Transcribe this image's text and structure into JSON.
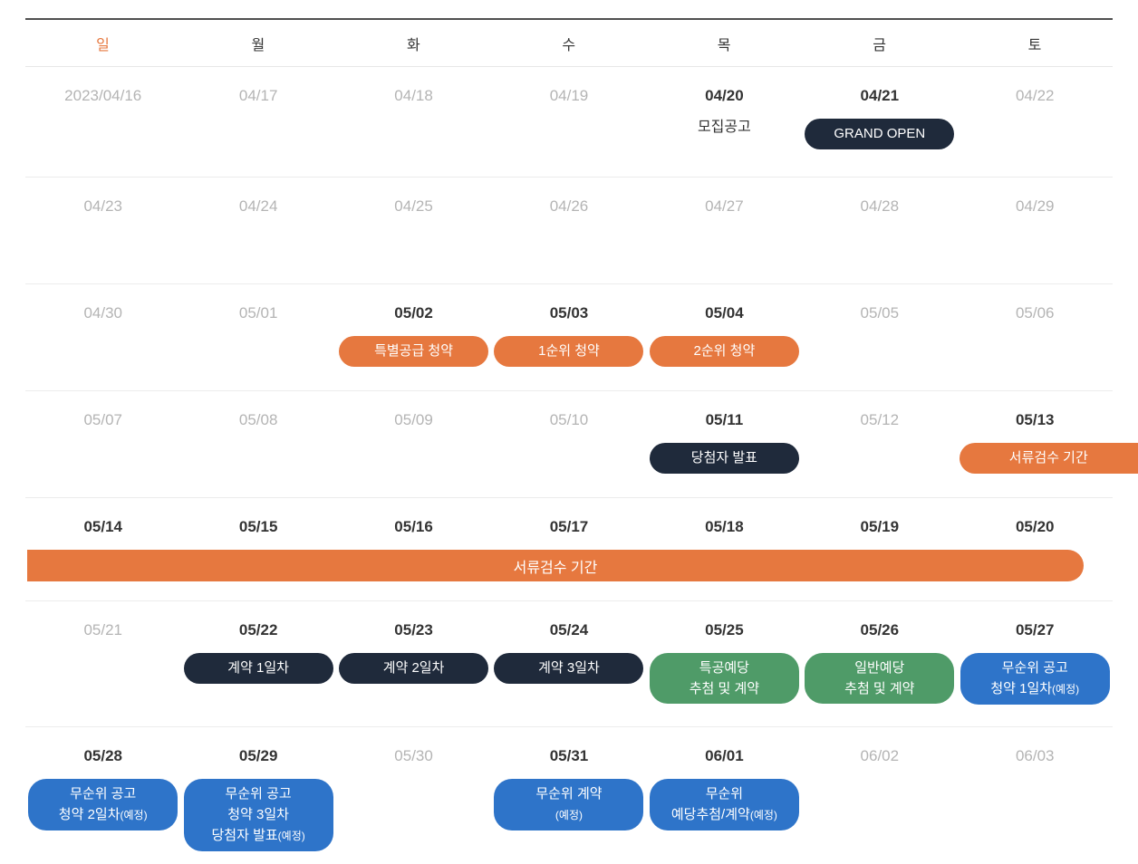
{
  "colors": {
    "orange": "#E6783F",
    "navy": "#1F2A3B",
    "green": "#4F9B68",
    "blue": "#2E74C9",
    "muted_text": "#b4b4b4",
    "active_text": "#333333"
  },
  "weekdays": [
    {
      "label": "일",
      "highlight": true
    },
    {
      "label": "월",
      "highlight": false
    },
    {
      "label": "화",
      "highlight": false
    },
    {
      "label": "수",
      "highlight": false
    },
    {
      "label": "목",
      "highlight": false
    },
    {
      "label": "금",
      "highlight": false
    },
    {
      "label": "토",
      "highlight": false
    }
  ],
  "weeks": [
    {
      "days": [
        {
          "date": "2023/04/16",
          "muted": true
        },
        {
          "date": "04/17",
          "muted": true
        },
        {
          "date": "04/18",
          "muted": true
        },
        {
          "date": "04/19",
          "muted": true
        },
        {
          "date": "04/20",
          "muted": false,
          "note": "모집공고"
        },
        {
          "date": "04/21",
          "muted": false,
          "badge": {
            "lines": [
              "GRAND OPEN"
            ],
            "color": "navy"
          }
        },
        {
          "date": "04/22",
          "muted": true
        }
      ]
    },
    {
      "days": [
        {
          "date": "04/23",
          "muted": true
        },
        {
          "date": "04/24",
          "muted": true
        },
        {
          "date": "04/25",
          "muted": true
        },
        {
          "date": "04/26",
          "muted": true
        },
        {
          "date": "04/27",
          "muted": true
        },
        {
          "date": "04/28",
          "muted": true
        },
        {
          "date": "04/29",
          "muted": true
        }
      ]
    },
    {
      "days": [
        {
          "date": "04/30",
          "muted": true
        },
        {
          "date": "05/01",
          "muted": true
        },
        {
          "date": "05/02",
          "muted": false,
          "badge": {
            "lines": [
              "특별공급 청약"
            ],
            "color": "orange"
          }
        },
        {
          "date": "05/03",
          "muted": false,
          "badge": {
            "lines": [
              "1순위 청약"
            ],
            "color": "orange"
          }
        },
        {
          "date": "05/04",
          "muted": false,
          "badge": {
            "lines": [
              "2순위 청약"
            ],
            "color": "orange"
          }
        },
        {
          "date": "05/05",
          "muted": true
        },
        {
          "date": "05/06",
          "muted": true
        }
      ]
    },
    {
      "days": [
        {
          "date": "05/07",
          "muted": true
        },
        {
          "date": "05/08",
          "muted": true
        },
        {
          "date": "05/09",
          "muted": true
        },
        {
          "date": "05/10",
          "muted": true
        },
        {
          "date": "05/11",
          "muted": false,
          "badge": {
            "lines": [
              "당첨자 발표"
            ],
            "color": "navy"
          }
        },
        {
          "date": "05/12",
          "muted": true
        },
        {
          "date": "05/13",
          "muted": false,
          "badge": {
            "lines": [
              "서류검수 기간"
            ],
            "color": "orange",
            "bleed": true
          }
        }
      ]
    },
    {
      "span": {
        "text": "서류검수 기간",
        "color": "orange"
      },
      "days": [
        {
          "date": "05/14",
          "muted": false
        },
        {
          "date": "05/15",
          "muted": false
        },
        {
          "date": "05/16",
          "muted": false
        },
        {
          "date": "05/17",
          "muted": false
        },
        {
          "date": "05/18",
          "muted": false
        },
        {
          "date": "05/19",
          "muted": false
        },
        {
          "date": "05/20",
          "muted": false
        }
      ]
    },
    {
      "days": [
        {
          "date": "05/21",
          "muted": true
        },
        {
          "date": "05/22",
          "muted": false,
          "badge": {
            "lines": [
              "계약 1일차"
            ],
            "color": "navy"
          }
        },
        {
          "date": "05/23",
          "muted": false,
          "badge": {
            "lines": [
              "계약 2일차"
            ],
            "color": "navy"
          }
        },
        {
          "date": "05/24",
          "muted": false,
          "badge": {
            "lines": [
              "계약 3일차"
            ],
            "color": "navy"
          }
        },
        {
          "date": "05/25",
          "muted": false,
          "badge": {
            "lines": [
              "특공예당",
              "추첨 및 계약"
            ],
            "color": "green"
          }
        },
        {
          "date": "05/26",
          "muted": false,
          "badge": {
            "lines": [
              "일반예당",
              "추첨 및 계약"
            ],
            "color": "green"
          }
        },
        {
          "date": "05/27",
          "muted": false,
          "badge": {
            "lines": [
              "무순위 공고",
              "청약 1일차(예정)"
            ],
            "color": "blue"
          }
        }
      ]
    },
    {
      "days": [
        {
          "date": "05/28",
          "muted": false,
          "badge": {
            "lines": [
              "무순위 공고",
              "청약 2일차(예정)"
            ],
            "color": "blue"
          }
        },
        {
          "date": "05/29",
          "muted": false,
          "badge": {
            "lines": [
              "무순위 공고",
              "청약 3일차",
              "당첨자 발표(예정)"
            ],
            "color": "blue"
          }
        },
        {
          "date": "05/30",
          "muted": true
        },
        {
          "date": "05/31",
          "muted": false,
          "badge": {
            "lines": [
              "무순위 계약",
              "(예정)"
            ],
            "color": "blue"
          }
        },
        {
          "date": "06/01",
          "muted": false,
          "badge": {
            "lines": [
              "무순위",
              "예당추첨/계약(예정)"
            ],
            "color": "blue"
          }
        },
        {
          "date": "06/02",
          "muted": true
        },
        {
          "date": "06/03",
          "muted": true
        }
      ]
    }
  ]
}
